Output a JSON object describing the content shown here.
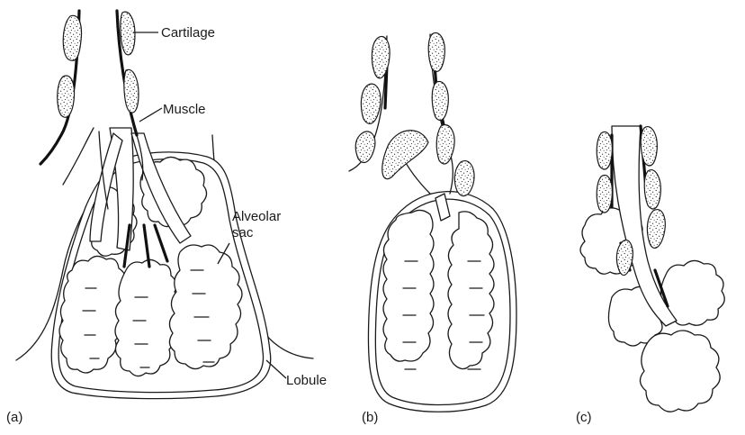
{
  "labels": {
    "cartilage": "Cartilage",
    "muscle": "Muscle",
    "alveolar": "Alveolar",
    "sac": "sac",
    "lobule": "Lobule"
  },
  "panels": {
    "a": "(a)",
    "b": "(b)",
    "c": "(c)"
  }
}
